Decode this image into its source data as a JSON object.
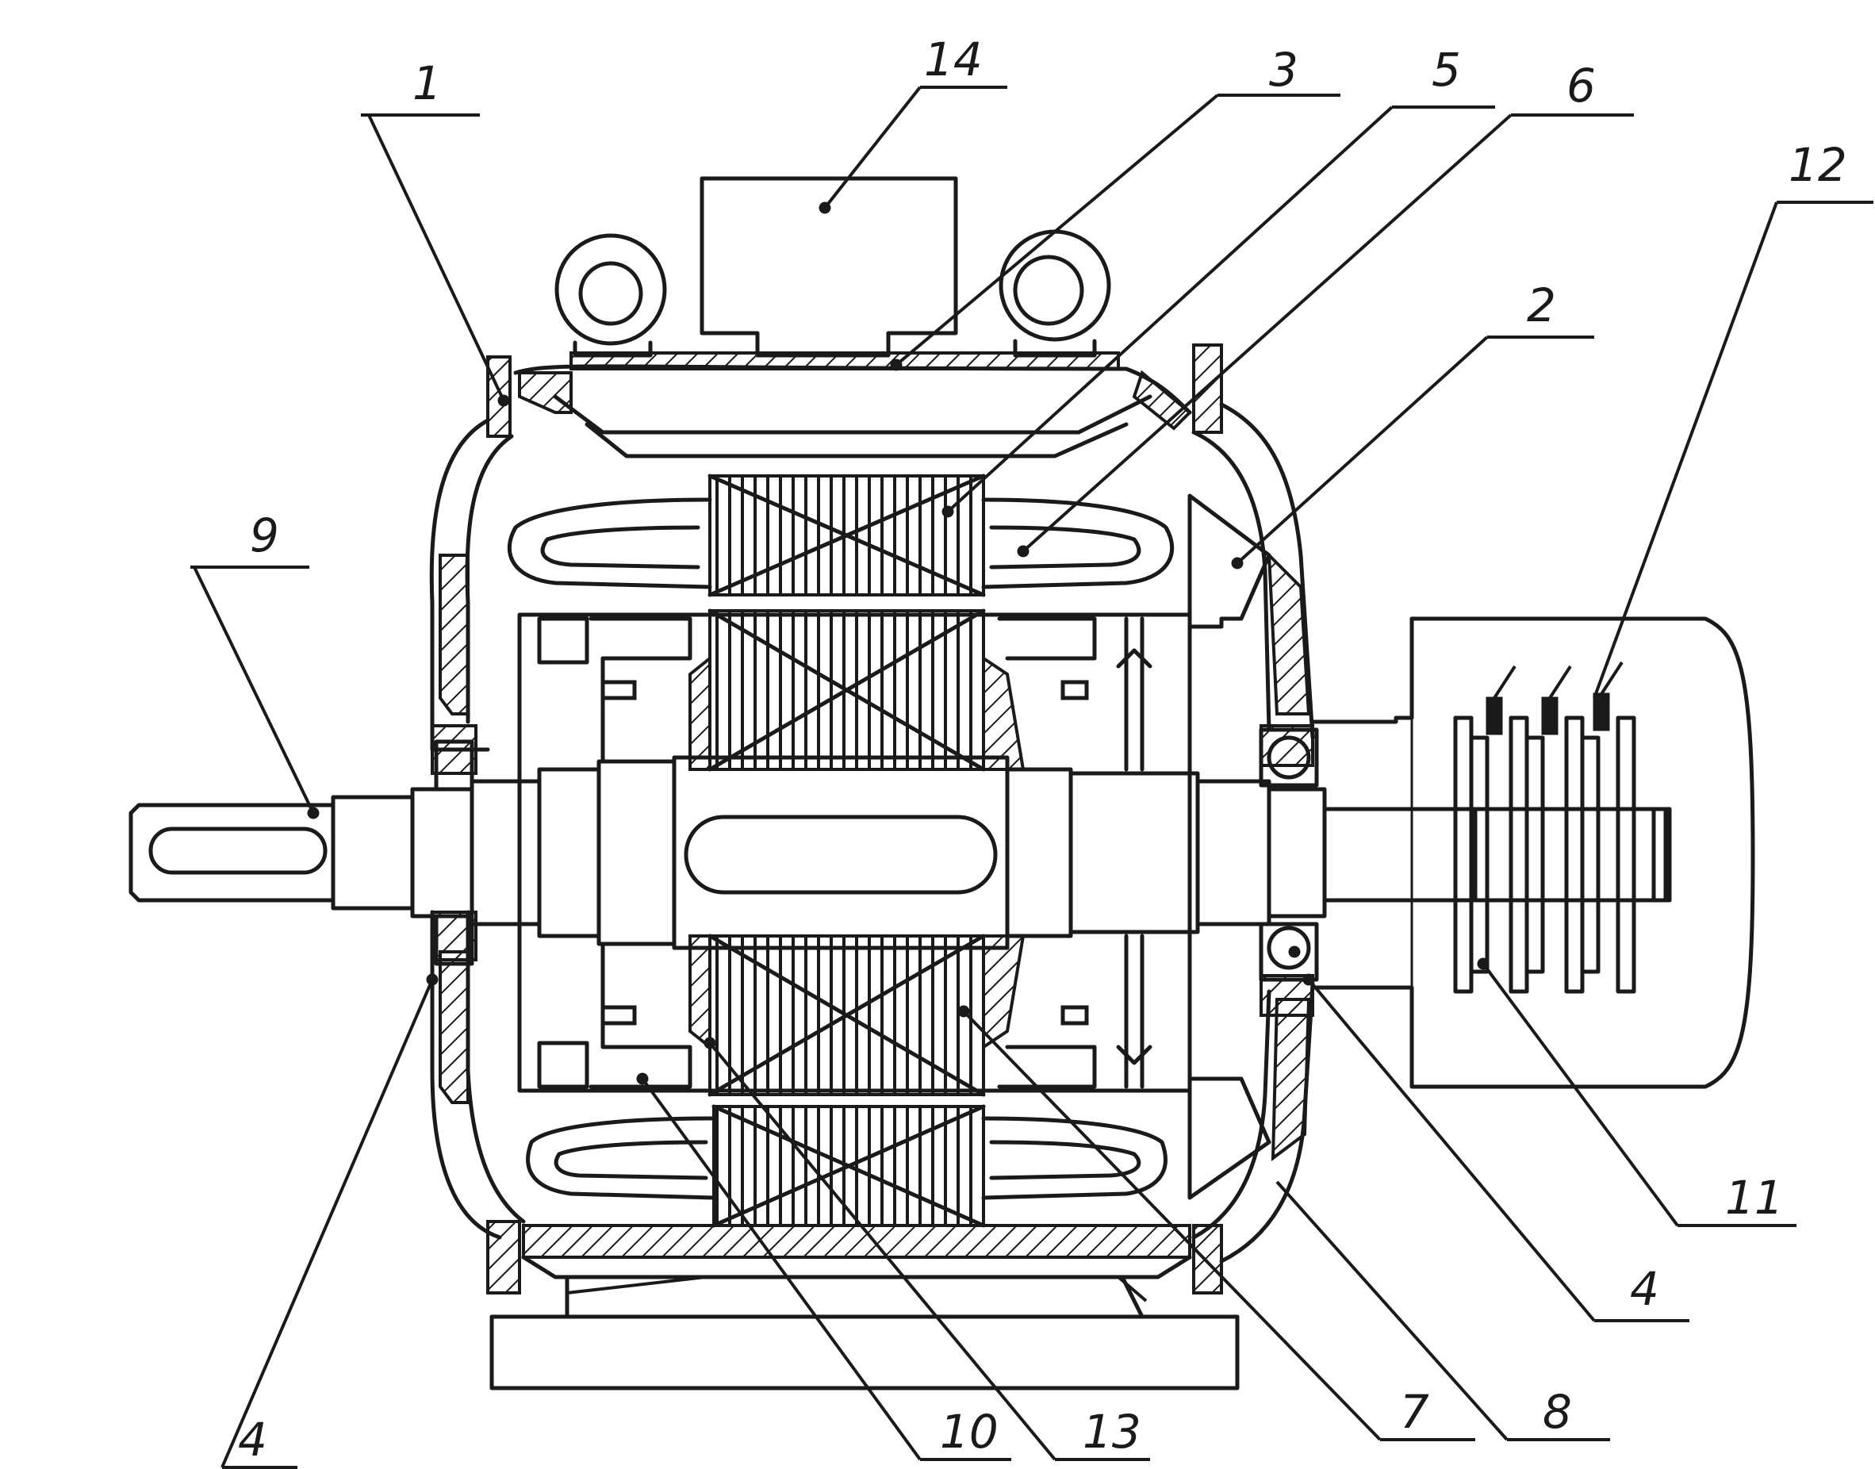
{
  "figure": {
    "type": "technical-drawing",
    "subject": "wound-rotor induction motor cross-section"
  },
  "callouts": [
    {
      "id": "c1",
      "text": "1"
    },
    {
      "id": "c14",
      "text": "14"
    },
    {
      "id": "c3",
      "text": "3"
    },
    {
      "id": "c5",
      "text": "5"
    },
    {
      "id": "c6",
      "text": "6"
    },
    {
      "id": "c12",
      "text": "12"
    },
    {
      "id": "c2",
      "text": "2"
    },
    {
      "id": "c9",
      "text": "9"
    },
    {
      "id": "c11",
      "text": "11"
    },
    {
      "id": "c4r",
      "text": "4"
    },
    {
      "id": "c4l",
      "text": "4"
    },
    {
      "id": "c10",
      "text": "10"
    },
    {
      "id": "c13",
      "text": "13"
    },
    {
      "id": "c7",
      "text": "7"
    },
    {
      "id": "c8",
      "text": "8"
    }
  ]
}
